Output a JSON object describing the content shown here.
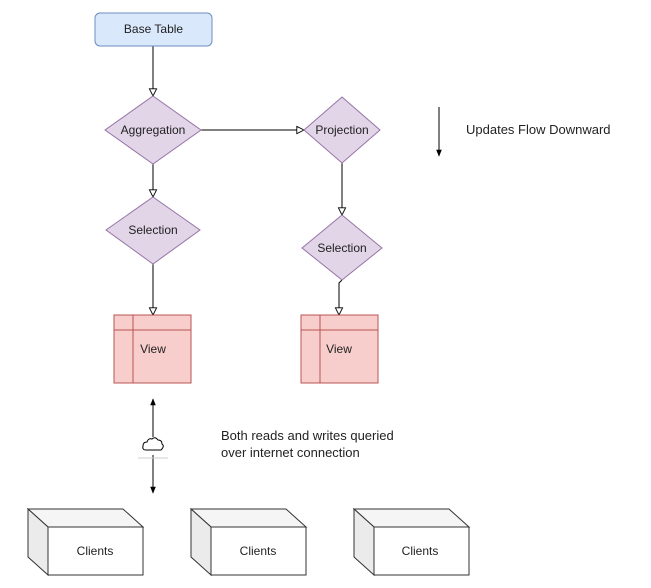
{
  "nodes": {
    "base_table": "Base Table",
    "aggregation": "Aggregation",
    "projection": "Projection",
    "selection_left": "Selection",
    "selection_right": "Selection",
    "view_left": "View",
    "view_right": "View"
  },
  "notes": {
    "flow_direction": "Updates Flow Downward",
    "connection_line1": "Both reads and writes queried",
    "connection_line2": "over internet connection"
  },
  "clients": [
    "Clients",
    "Clients",
    "Clients"
  ],
  "colors": {
    "base_table_fill": "#dae8fc",
    "base_table_stroke": "#6c8ebf",
    "diamond_fill": "#e1d5e7",
    "diamond_stroke": "#9673a6",
    "view_fill": "#f8cecc",
    "view_stroke": "#b85450",
    "client_fill": "#f5f5f5",
    "client_stroke": "#333333",
    "edge": "#000000"
  },
  "icons": {
    "cloud": "cloud-icon"
  }
}
